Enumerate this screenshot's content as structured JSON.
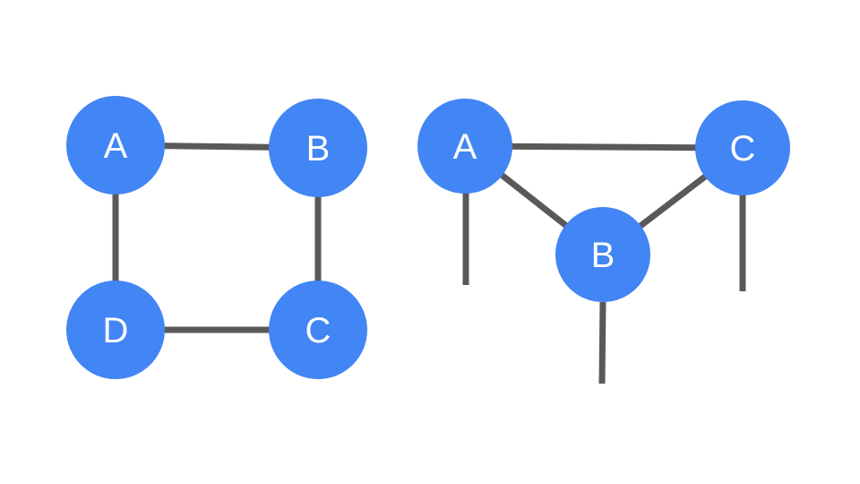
{
  "colors": {
    "node_fill": "#4285f4",
    "edge_stroke": "#595959",
    "label": "#ffffff"
  },
  "diagrams": [
    {
      "id": "square-graph",
      "nodes": [
        {
          "id": "A",
          "label": "A"
        },
        {
          "id": "B",
          "label": "B"
        },
        {
          "id": "C",
          "label": "C"
        },
        {
          "id": "D",
          "label": "D"
        }
      ],
      "edges": [
        [
          "A",
          "B"
        ],
        [
          "B",
          "C"
        ],
        [
          "C",
          "D"
        ],
        [
          "D",
          "A"
        ]
      ]
    },
    {
      "id": "triangle-graph",
      "nodes": [
        {
          "id": "A",
          "label": "A"
        },
        {
          "id": "B",
          "label": "B"
        },
        {
          "id": "C",
          "label": "C"
        }
      ],
      "edges": [
        [
          "A",
          "C"
        ],
        [
          "A",
          "B"
        ],
        [
          "B",
          "C"
        ]
      ],
      "open_edges": [
        "A",
        "B",
        "C"
      ]
    }
  ]
}
